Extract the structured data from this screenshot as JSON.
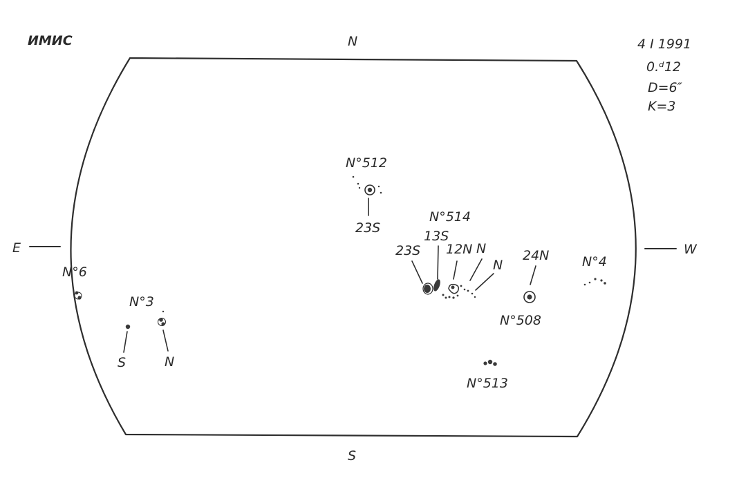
{
  "header": {
    "observatory": "ИМИС",
    "date": "4 I 1991",
    "time": "0.ᵈ12",
    "diameter": "D=6″",
    "quality": "K=3"
  },
  "compass": {
    "north": "N",
    "south": "S",
    "east": "E",
    "west": "W"
  },
  "groups": [
    {
      "id": "group-512",
      "number": "N°512",
      "labels": [
        "23S"
      ]
    },
    {
      "id": "group-514",
      "number": "N°514",
      "labels": [
        "23S",
        "13S",
        "12N",
        "N",
        "N"
      ]
    },
    {
      "id": "group-508",
      "number": "N°508",
      "labels": [
        "24N"
      ]
    },
    {
      "id": "group-4",
      "number": "N°4",
      "labels": []
    },
    {
      "id": "group-6",
      "number": "N°6",
      "labels": []
    },
    {
      "id": "group-3",
      "number": "N°3",
      "labels": [
        "S",
        "N"
      ]
    },
    {
      "id": "group-513",
      "number": "N°513",
      "labels": []
    }
  ]
}
